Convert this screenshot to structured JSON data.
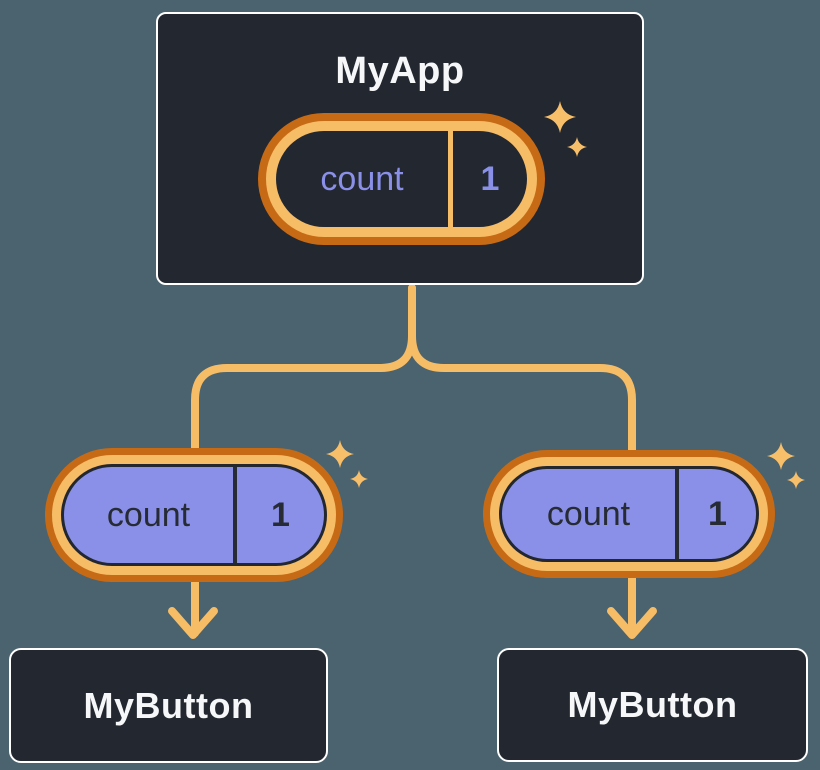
{
  "diagram": {
    "kind": "react-state-tree",
    "background_color": "#4A636E",
    "palette": {
      "node_bg": "#23272F",
      "node_border": "#FFFFFF",
      "orange_dark": "#C76A15",
      "orange_light": "#F6BC66",
      "sparkle": "#F8BF6A",
      "purple": "#8A90E8",
      "text_light": "#F6F7F9",
      "text_dark": "#262B34"
    },
    "root": {
      "title": "MyApp",
      "state": {
        "name": "count",
        "value": "1"
      }
    },
    "children": [
      {
        "pill": {
          "name": "count",
          "value": "1"
        },
        "node": {
          "title": "MyButton"
        }
      },
      {
        "pill": {
          "name": "count",
          "value": "1"
        },
        "node": {
          "title": "MyButton"
        }
      }
    ]
  }
}
